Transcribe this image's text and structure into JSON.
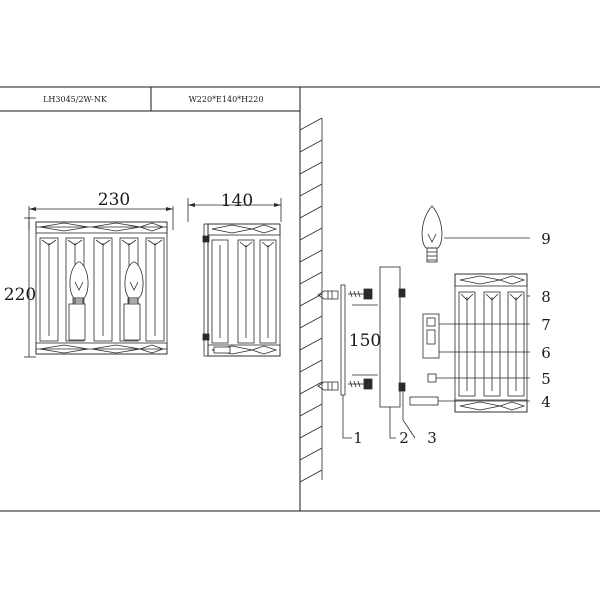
{
  "header": {
    "model": "LH3045/2W-NK",
    "size_spec": "W220*E140*H220"
  },
  "front_view": {
    "width_label": "230",
    "height_label": "220"
  },
  "side_view": {
    "depth_label": "140"
  },
  "exploded_view": {
    "spacing_label": "150",
    "callouts": [
      "1",
      "2",
      "3",
      "4",
      "5",
      "6",
      "7",
      "8",
      "9"
    ]
  }
}
